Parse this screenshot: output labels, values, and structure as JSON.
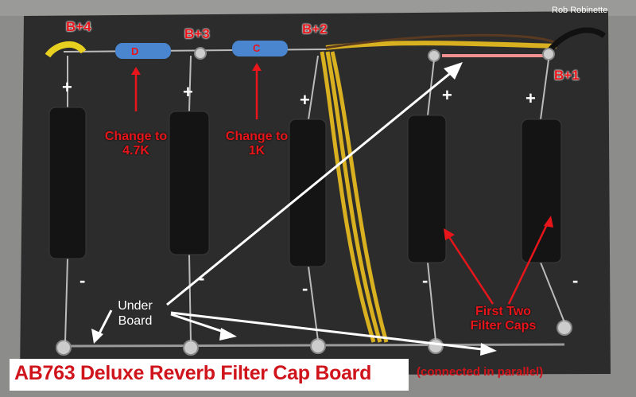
{
  "credit": "Rob Robinette",
  "title": "AB763 Deluxe Reverb Filter Cap Board",
  "subtitle": "(connected in parallel)",
  "nodes": [
    "B+4",
    "B+3",
    "B+2",
    "B+1"
  ],
  "resistors": [
    {
      "letter": "D",
      "note": "Change to 4.7K"
    },
    {
      "letter": "C",
      "note": "Change to 1K"
    }
  ],
  "polarity": {
    "plus": "+",
    "minus": "-"
  },
  "under_board": "Under Board",
  "first_two": "First Two Filter Caps",
  "colors": {
    "label_red": "#e8151b",
    "board": "#2a2a2a",
    "wire_yellow": "#d8b020",
    "arrow": "#ffffff"
  }
}
